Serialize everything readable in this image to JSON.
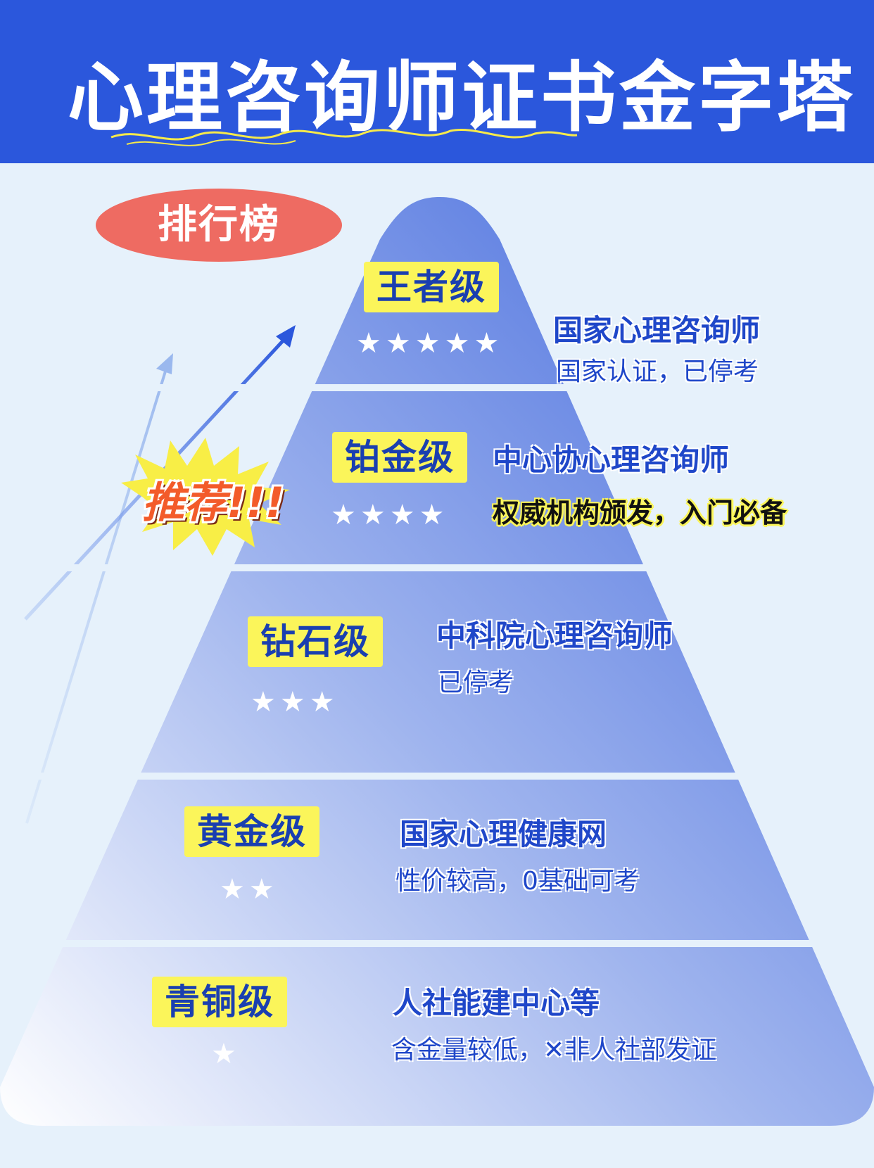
{
  "header": {
    "title": "心理咨询师证书金字塔"
  },
  "badge": {
    "label": "排行榜"
  },
  "recommend": {
    "label": "推荐!!!"
  },
  "colors": {
    "header_blue": "#2b57dc",
    "label_yellow": "#fbf55a",
    "badge_red": "#ee6b62",
    "text_blue": "#1f47c9"
  },
  "tiers": [
    {
      "label": "王者级",
      "stars": "★★★★★",
      "rating": 5,
      "name": "国家心理咨询师",
      "desc": "国家认证，已停考"
    },
    {
      "label": "铂金级",
      "stars": "★★★★",
      "rating": 4,
      "name": "中心协心理咨询师",
      "desc": "权威机构颁发，入门必备"
    },
    {
      "label": "钻石级",
      "stars": "★★★",
      "rating": 3,
      "name": "中科院心理咨询师",
      "desc": "已停考"
    },
    {
      "label": "黄金级",
      "stars": "★★",
      "rating": 2,
      "name": "国家心理健康网",
      "desc": "性价较高，0基础可考"
    },
    {
      "label": "青铜级",
      "stars": "★",
      "rating": 1,
      "name": "人社能建中心等",
      "desc": "含金量较低，✕非人社部发证"
    }
  ]
}
